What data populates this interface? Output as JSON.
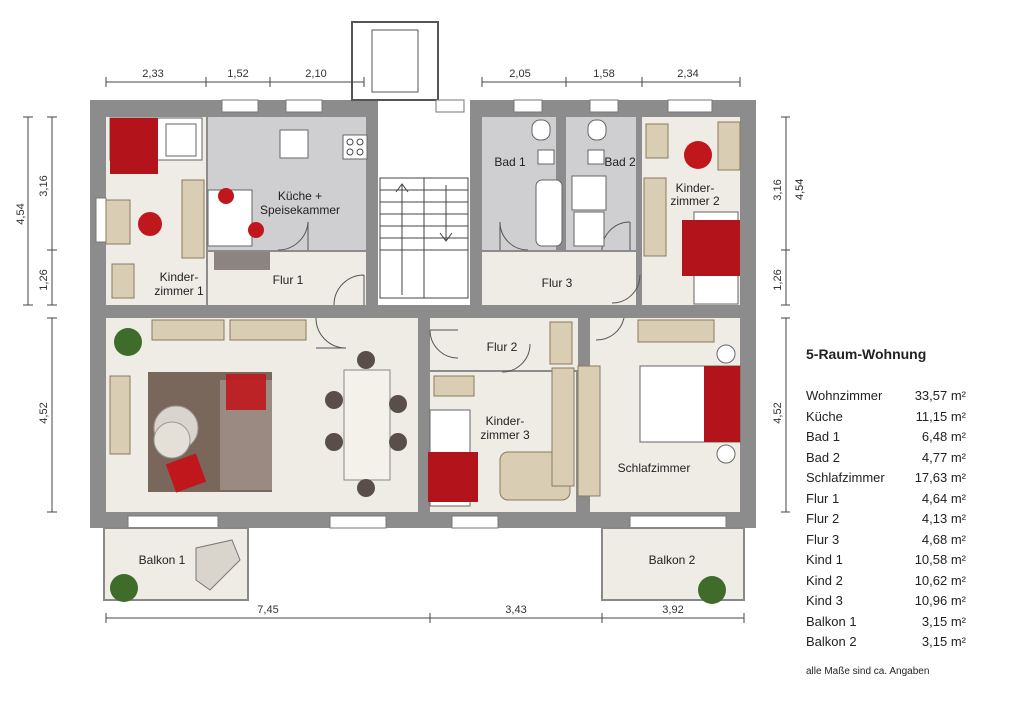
{
  "plan": {
    "rooms": {
      "kinder1": [
        "Kinder-",
        "zimmer 1"
      ],
      "kueche": [
        "Küche +",
        "Speisekammer"
      ],
      "flur1": "Flur 1",
      "bad1": "Bad 1",
      "bad2": "Bad 2",
      "kinder2": [
        "Kinder-",
        "zimmer 2"
      ],
      "flur3": "Flur 3",
      "flur2": "Flur 2",
      "kinder3": [
        "Kinder-",
        "zimmer 3"
      ],
      "schlaf": "Schlafzimmer",
      "balkon1": "Balkon 1",
      "balkon2": "Balkon 2"
    },
    "dims": {
      "top_left": [
        "2,33",
        "1,52",
        "2,10"
      ],
      "top_right": [
        "2,05",
        "1,58",
        "2,34"
      ],
      "left": [
        "4,54",
        "3,16",
        "1,26",
        "4,52"
      ],
      "right": [
        "3,16",
        "4,54",
        "1,26",
        "4,52"
      ],
      "bottom": [
        "7,45",
        "3,43",
        "3,92"
      ]
    }
  },
  "legend": {
    "title": "5-Raum-Wohnung",
    "unit": "m²",
    "items": [
      {
        "name": "Wohnzimmer",
        "area": "33,57"
      },
      {
        "name": "Küche",
        "area": "11,15"
      },
      {
        "name": "Bad 1",
        "area": "6,48"
      },
      {
        "name": "Bad 2",
        "area": "4,77"
      },
      {
        "name": "Schlafzimmer",
        "area": "17,63"
      },
      {
        "name": "Flur 1",
        "area": "4,64"
      },
      {
        "name": "Flur 2",
        "area": "4,13"
      },
      {
        "name": "Flur 3",
        "area": "4,68"
      },
      {
        "name": "Kind 1",
        "area": "10,58"
      },
      {
        "name": "Kind 2",
        "area": "10,62"
      },
      {
        "name": "Kind 3",
        "area": "10,96"
      },
      {
        "name": "Balkon 1",
        "area": "3,15"
      },
      {
        "name": "Balkon 2",
        "area": "3,15"
      }
    ],
    "note": "alle Maße sind ca.  Angaben"
  }
}
